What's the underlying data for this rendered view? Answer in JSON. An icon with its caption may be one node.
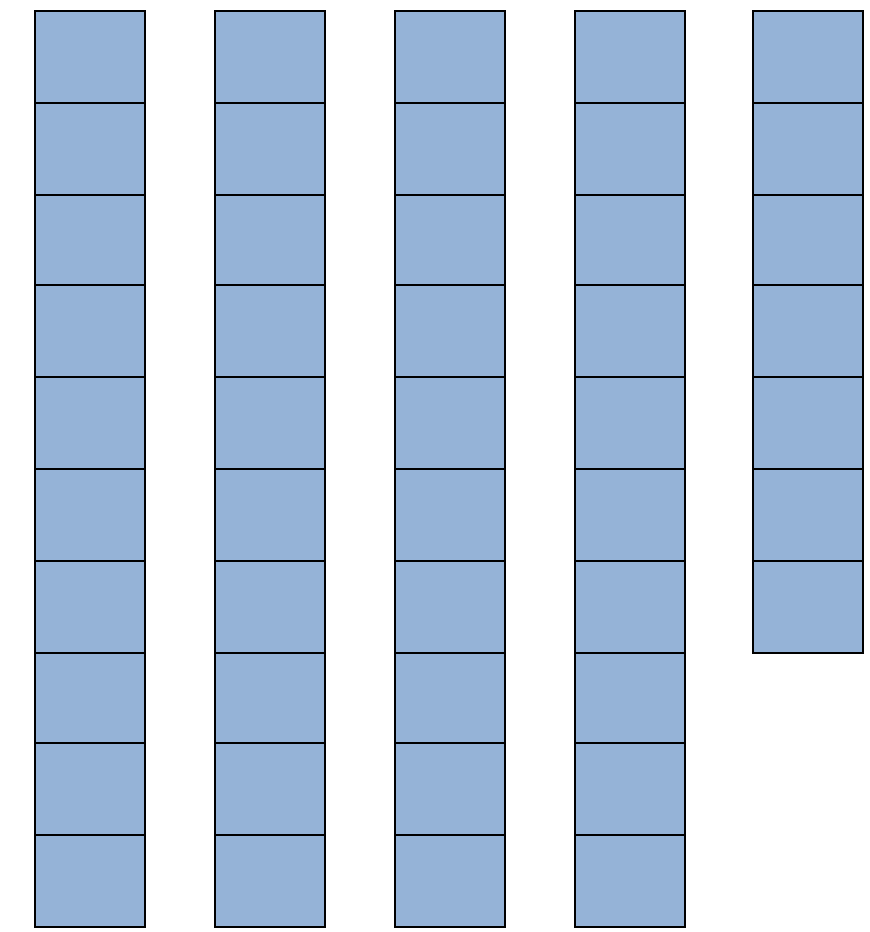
{
  "diagram": {
    "nodes": [
      {
        "text": [],
        "shape": "box"
      },
      {
        "text": [],
        "shape": "box"
      },
      {
        "text": [],
        "shape": "box"
      },
      {
        "text": [],
        "shape": "box"
      },
      {
        "text": [],
        "shape": "box"
      },
      {
        "text": [],
        "shape": "box"
      },
      {
        "text": [],
        "shape": "box"
      },
      {
        "text": [],
        "shape": "box"
      },
      {
        "text": [],
        "shape": "box"
      },
      {
        "text": [],
        "shape": "box"
      },
      {
        "text": [],
        "shape": "box"
      },
      {
        "text": [],
        "shape": "box"
      },
      {
        "text": [],
        "shape": "box"
      },
      {
        "text": [],
        "shape": "box"
      },
      {
        "text": [],
        "shape": "box"
      },
      {
        "text": [],
        "shape": "box"
      },
      {
        "text": [],
        "shape": "box"
      },
      {
        "text": [],
        "shape": "box"
      },
      {
        "text": [],
        "shape": "box"
      },
      {
        "text": [],
        "shape": "box"
      },
      {
        "text": [],
        "shape": "box"
      },
      {
        "text": [],
        "shape": "box"
      },
      {
        "text": [],
        "shape": "box"
      },
      {
        "text": [],
        "shape": "box"
      },
      {
        "text": [],
        "shape": "box"
      },
      {
        "text": [],
        "shape": "box"
      },
      {
        "text": [],
        "shape": "box"
      },
      {
        "text": [],
        "shape": "box"
      },
      {
        "text": [],
        "shape": "box"
      },
      {
        "text": [],
        "shape": "box"
      },
      {
        "text": [],
        "shape": "box"
      },
      {
        "text": [],
        "shape": "box"
      },
      {
        "text": [],
        "shape": "box"
      },
      {
        "text": [],
        "shape": "box"
      },
      {
        "text": [],
        "shape": "box"
      },
      {
        "text": [],
        "shape": "box"
      },
      {
        "text": [],
        "shape": "box"
      },
      {
        "text": [],
        "shape": "box"
      },
      {
        "text": [],
        "shape": "box"
      },
      {
        "text": [],
        "shape": "box"
      },
      {
        "text": [],
        "shape": "box"
      },
      {
        "text": [],
        "shape": "box"
      },
      {
        "text": [],
        "shape": "box"
      },
      {
        "text": [],
        "shape": "box"
      },
      {
        "text": [],
        "shape": "box"
      },
      {
        "text": [],
        "shape": "box"
      },
      {
        "text": [],
        "shape": "box"
      }
    ]
  }
}
